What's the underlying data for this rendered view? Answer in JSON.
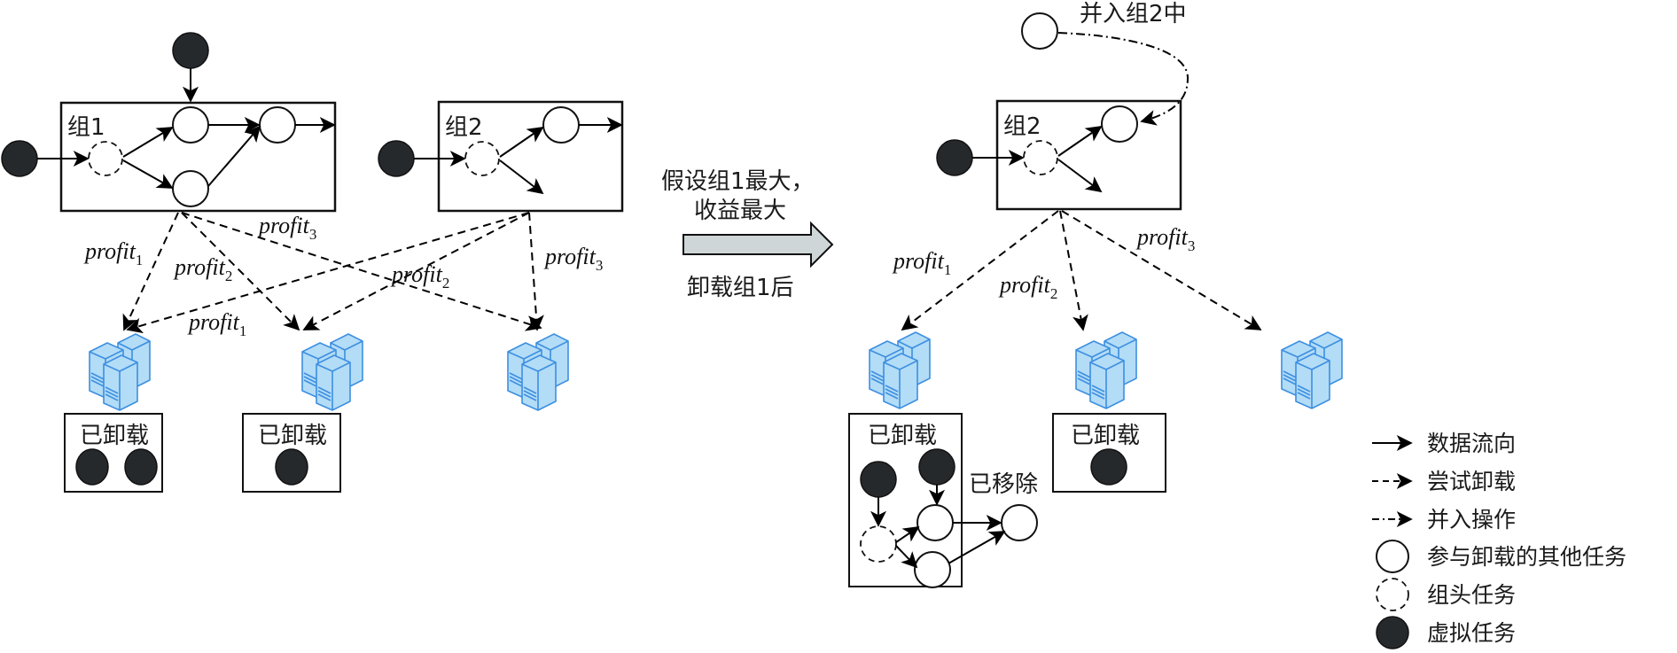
{
  "left_panel": {
    "group1_label": "组1",
    "group2_label": "组2",
    "profit_labels": {
      "g1_to_s1": {
        "base": "profit",
        "sub": "1"
      },
      "g1_to_s2": {
        "base": "profit",
        "sub": "2"
      },
      "g1_to_s3": {
        "base": "profit",
        "sub": "3"
      },
      "g2_to_s1": {
        "base": "profit",
        "sub": "1"
      },
      "g2_to_s2": {
        "base": "profit",
        "sub": "2"
      },
      "g2_to_s3": {
        "base": "profit",
        "sub": "3"
      }
    },
    "offloaded_boxes": [
      {
        "label": "已卸载",
        "virtual_tasks": 2
      },
      {
        "label": "已卸载",
        "virtual_tasks": 1
      }
    ],
    "servers": 3
  },
  "transition": {
    "line1": "假设组1最大，",
    "line2": "收益最大",
    "below": "卸载组1后"
  },
  "right_panel": {
    "merge_label": "并入组2中",
    "group2_label": "组2",
    "profit_labels": {
      "to_s1": {
        "base": "profit",
        "sub": "1"
      },
      "to_s2": {
        "base": "profit",
        "sub": "2"
      },
      "to_s3": {
        "base": "profit",
        "sub": "3"
      }
    },
    "offloaded_box_1": {
      "label": "已卸载"
    },
    "offloaded_box_2": {
      "label": "已卸载"
    },
    "removed_label": "已移除",
    "servers": 3
  },
  "legend": {
    "items": [
      {
        "icon": "solid-arrow-icon",
        "label": "数据流向"
      },
      {
        "icon": "dashed-arrow-icon",
        "label": "尝试卸载"
      },
      {
        "icon": "dash-dot-arrow-icon",
        "label": "并入操作"
      },
      {
        "icon": "open-circle-icon",
        "label": "参与卸载的其他任务"
      },
      {
        "icon": "dashed-circle-icon",
        "label": "组头任务"
      },
      {
        "icon": "filled-circle-icon",
        "label": "虚拟任务"
      }
    ]
  },
  "colors": {
    "virtual_task": "#26292c",
    "server_fill": "#b3dcf7",
    "server_stroke": "#3d8fe0",
    "transition_arrow": "#cfd6d8"
  }
}
